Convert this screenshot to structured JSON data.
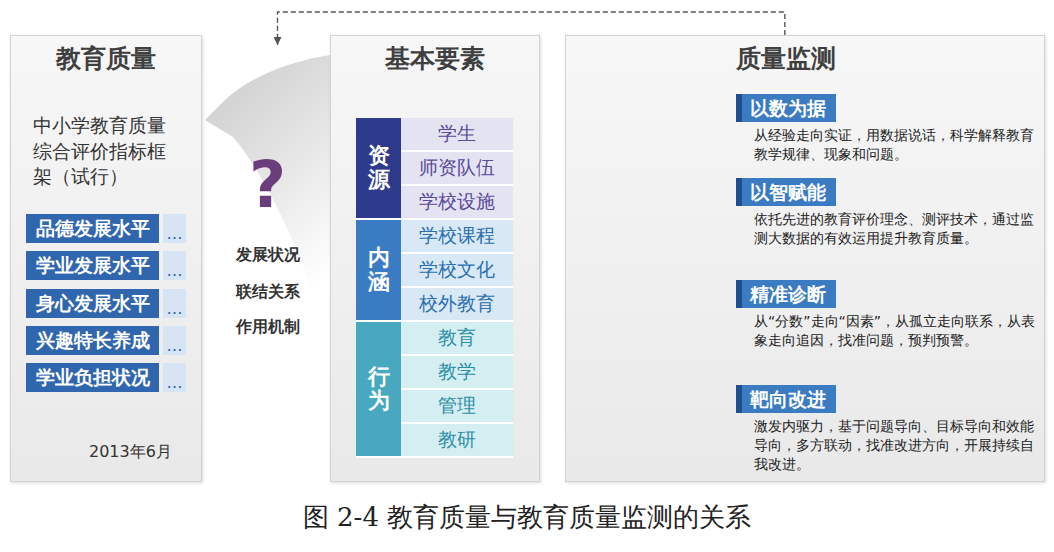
{
  "diagram": {
    "caption": "图 2-4 教育质量与教育质量监测的关系",
    "nodes": [
      {
        "text": [
          "教育质量",
          "中小学教育质量综合评价指标框架（试行）",
          "2013年6月"
        ]
      },
      {
        "text": [
          "品德发展水平"
        ],
        "in": 0
      },
      {
        "text": [
          "…"
        ],
        "in": 0
      },
      {
        "text": [
          "学业发展水平"
        ],
        "in": 0
      },
      {
        "text": [
          "…"
        ],
        "in": 0
      },
      {
        "text": [
          "身心发展水平"
        ],
        "in": 0
      },
      {
        "text": [
          "…"
        ],
        "in": 0
      },
      {
        "text": [
          "兴趣特长养成"
        ],
        "in": 0
      },
      {
        "text": [
          "…"
        ],
        "in": 0
      },
      {
        "text": [
          "学业负担状况"
        ],
        "in": 0
      },
      {
        "text": [
          "…"
        ],
        "in": 0
      },
      {
        "text": [
          "?",
          "发展状况",
          "联结关系",
          "作用机制"
        ]
      },
      {
        "text": [
          "基本要素"
        ]
      },
      {
        "text": [
          "资源"
        ],
        "in": 12
      },
      {
        "text": [
          "学生"
        ],
        "in": 12
      },
      {
        "text": [
          "师资队伍"
        ],
        "in": 12
      },
      {
        "text": [
          "学校设施"
        ],
        "in": 12
      },
      {
        "text": [
          "内涵"
        ],
        "in": 12
      },
      {
        "text": [
          "学校课程"
        ],
        "in": 12
      },
      {
        "text": [
          "学校文化"
        ],
        "in": 12
      },
      {
        "text": [
          "校外教育"
        ],
        "in": 12
      },
      {
        "text": [
          "行为"
        ],
        "in": 12
      },
      {
        "text": [
          "教育"
        ],
        "in": 12
      },
      {
        "text": [
          "教学"
        ],
        "in": 12
      },
      {
        "text": [
          "管理"
        ],
        "in": 12
      },
      {
        "text": [
          "教研"
        ],
        "in": 12
      },
      {
        "text": [
          "质量监测"
        ]
      },
      {
        "text": [
          "以数为据",
          "从经验走向实证，用数据说话，科学解释教育教学规律、现象和问题。"
        ],
        "in": 26
      },
      {
        "text": [
          "以智赋能",
          "依托先进的教育评价理念、测评技术，通过监测大数据的有效运用提升教育质量。"
        ],
        "in": 26
      },
      {
        "text": [
          "精准诊断",
          "从“分数”走向“因素”，从孤立走向联系，从表象走向追因，找准问题，预判预警。"
        ],
        "in": 26
      },
      {
        "text": [
          "靶向改进",
          "激发内驱力，基于问题导向、目标导向和效能导向，多方联动，找准改进方向，开展持续自我改进。"
        ],
        "in": 26
      }
    ],
    "edges": [
      {
        "from": 26,
        "to": 11,
        "arrow": "to"
      }
    ]
  }
}
